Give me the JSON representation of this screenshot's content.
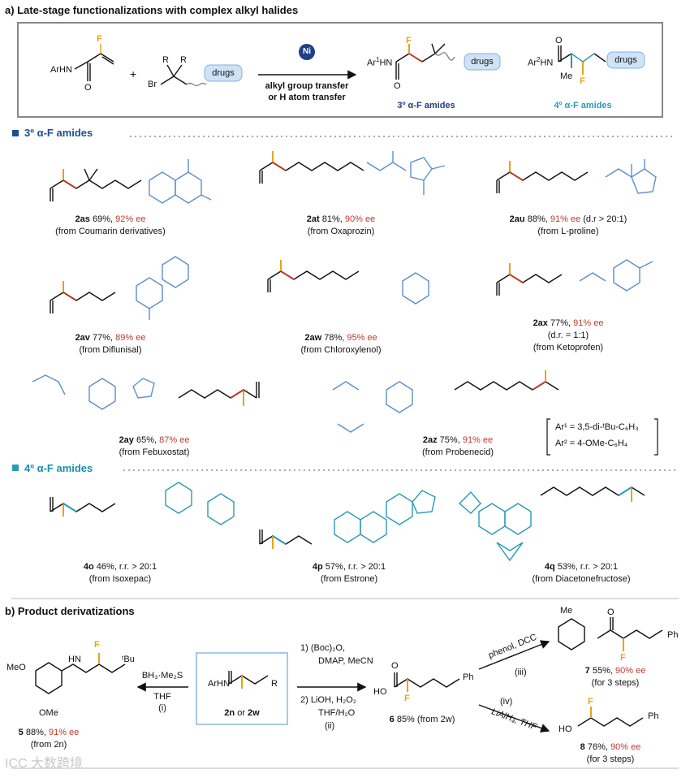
{
  "header": {
    "title": "a) Late-stage functionalizations with complex alkyl halides"
  },
  "scheme": {
    "reactant1_label": "ArHN",
    "fluorine": "F",
    "oxygen": "O",
    "plus": "+",
    "reactant2_br": "Br",
    "reactant2_r1": "R",
    "reactant2_r2": "R",
    "drugs_label": "drugs",
    "catalyst": "Ni",
    "arrow_line1": "alkyl group transfer",
    "arrow_line2": "or H atom transfer",
    "product3_ar": "Ar",
    "product3_label": "3º α-F amides",
    "product4_ar": "Ar",
    "product4_me": "Me",
    "product4_label": "4º α-F amides"
  },
  "section3": {
    "heading": "3º α-F amides",
    "compounds": [
      {
        "id": "2as",
        "yield": "69%,",
        "ee": "92% ee",
        "extra": "",
        "source": "(from Coumarin derivatives)"
      },
      {
        "id": "2at",
        "yield": "81%,",
        "ee": "90% ee",
        "extra": "",
        "source": "(from Oxaprozin)"
      },
      {
        "id": "2au",
        "yield": "88%,",
        "ee": "91% ee",
        "extra": "(d.r > 20:1)",
        "source": "(from L-proline)"
      },
      {
        "id": "2av",
        "yield": "77%,",
        "ee": "89% ee",
        "extra": "",
        "source": "(from Diflunisal)"
      },
      {
        "id": "2aw",
        "yield": "78%,",
        "ee": "95% ee",
        "extra": "",
        "source": "(from Chloroxylenol)"
      },
      {
        "id": "2ax",
        "yield": "77%,",
        "ee": "91% ee",
        "extra": "(d.r. = 1:1)",
        "source": "(from Ketoprofen)"
      },
      {
        "id": "2ay",
        "yield": "65%,",
        "ee": "87% ee",
        "extra": "",
        "source": "(from Febuxostat)"
      },
      {
        "id": "2az",
        "yield": "75%,",
        "ee": "91% ee",
        "extra": "",
        "source": "(from Probenecid)"
      }
    ],
    "ar_legend": [
      "Ar¹ = 3,5-di-ᵗBu-C₆H₃",
      "Ar² = 4-OMe-C₆H₄"
    ]
  },
  "section4": {
    "heading": "4º α-F amides",
    "compounds": [
      {
        "id": "4o",
        "yield": "46%, r.r. > 20:1",
        "source": "(from Isoxepac)"
      },
      {
        "id": "4p",
        "yield": "57%, r.r. > 20:1",
        "source": "(from Estrone)"
      },
      {
        "id": "4q",
        "yield": "53%, r.r. > 20:1",
        "source": "(from Diacetonefructose)"
      }
    ]
  },
  "derivatizations": {
    "heading": "b)  Product derivatizations",
    "start": {
      "label_a": "2n",
      "label_or": "or",
      "label_b": "2w",
      "amide": "ArHN",
      "r": "R"
    },
    "left_arrow": {
      "reagent": "BH₃·Me₂S",
      "solvent": "THF",
      "step": "(i)"
    },
    "right_arrow": {
      "line1": "1) (Boc)₂O,",
      "line2": "DMAP, MeCN",
      "line3": "2) LiOH, H₂O₂",
      "line4": "THF/H₂O",
      "step": "(ii)"
    },
    "p5": {
      "id": "5",
      "yield": "88%,",
      "ee": "91% ee",
      "source": "(from 2n)",
      "labels": [
        "MeO",
        "OMe",
        "H",
        "N",
        "ᵗBu"
      ]
    },
    "p6": {
      "id": "6",
      "yield": "85%",
      "source": "(from 2w)",
      "labels": [
        "HO",
        "O",
        "Ph"
      ]
    },
    "p7": {
      "id": "7",
      "yield": "55%,",
      "ee": "90% ee",
      "source": "(for 3 steps)",
      "labels": [
        "Me",
        "O",
        "Ph"
      ]
    },
    "p8": {
      "id": "8",
      "yield": "76%,",
      "ee": "90% ee",
      "source": "(for 3 steps)",
      "labels": [
        "HO",
        "Ph"
      ]
    },
    "upper_arrow": {
      "reagent": "phenol, DCC",
      "step": "(iii)"
    },
    "lower_arrow": {
      "reagent": "LiAlH₄, THF",
      "step": "(iv)"
    }
  },
  "watermark": "ICC 大数跨境",
  "colors": {
    "fluorine": "#e8a317",
    "bond_red": "#c0392b",
    "drug_blue": "#5b8fcf",
    "teal": "#2a9bb5",
    "navy": "#1f3f86",
    "box_fill": "#cfe3f7"
  }
}
